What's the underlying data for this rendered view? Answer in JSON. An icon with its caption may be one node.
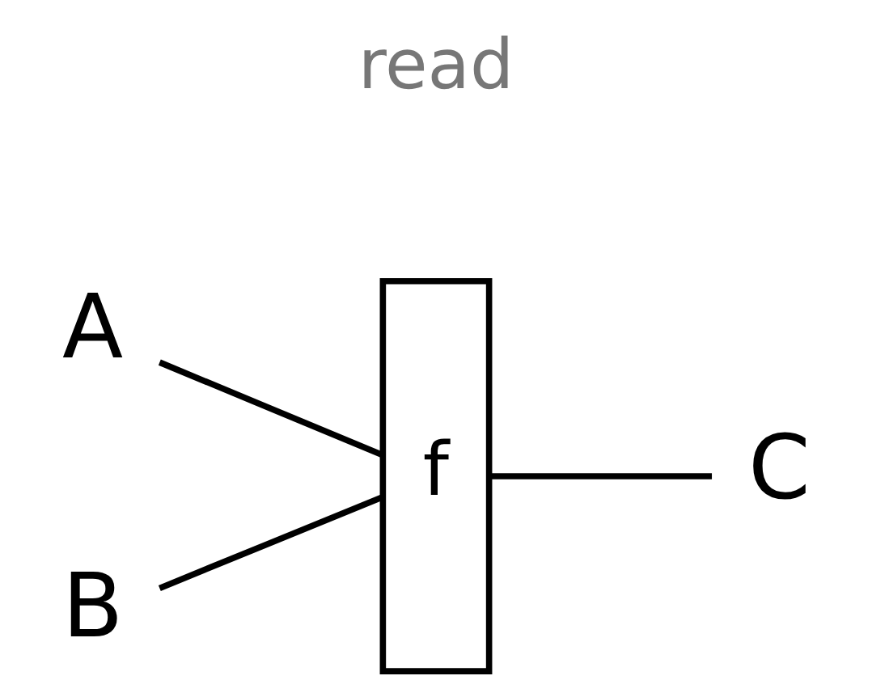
{
  "diagram": {
    "nodes": [
      {
        "text": [
          "A"
        ]
      },
      {
        "text": [
          "B"
        ]
      },
      {
        "text": [
          "f"
        ]
      },
      {
        "text": [
          "C"
        ]
      }
    ],
    "edges": [
      {
        "from": 0,
        "to": 2,
        "arrow": "none"
      },
      {
        "from": 1,
        "to": 2,
        "arrow": "none"
      },
      {
        "from": 2,
        "to": 3,
        "arrow": "none"
      }
    ],
    "labels": [
      "read"
    ]
  }
}
